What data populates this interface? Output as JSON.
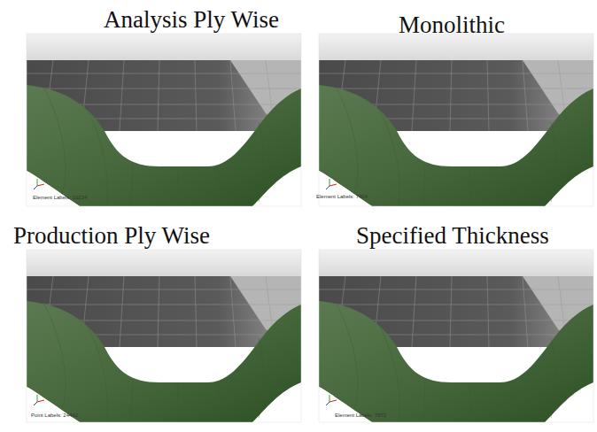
{
  "diagram": {
    "labels": [
      "Analysis Ply Wise",
      "Monolithic",
      "Production Ply Wise",
      "Specified Thickness",
      "Element Labels: 10224",
      "Element Labels: 7404",
      "Point Labels: 24442",
      "Element Labels: 7972"
    ]
  }
}
